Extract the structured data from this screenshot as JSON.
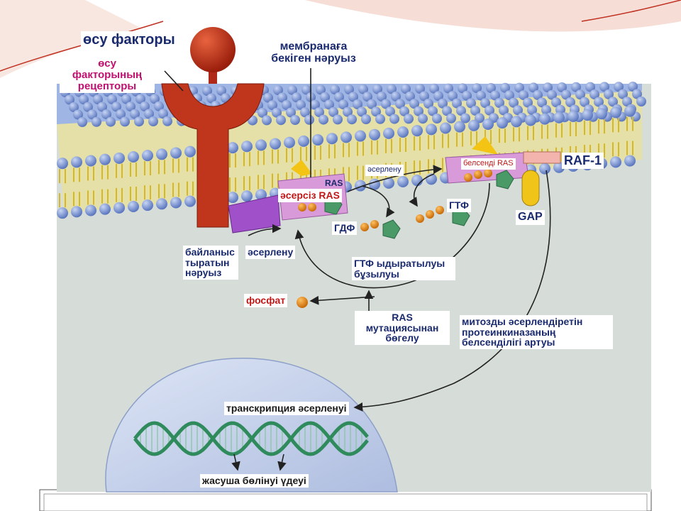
{
  "labels": {
    "growth_factor": "өсу факторы",
    "growth_factor_receptor": "өсу факторының рецепторы",
    "membrane_anchored_protein": "мембранаға бекіген нәруыз",
    "activation_top": "әсерлену",
    "active_ras": "белсенді RAS",
    "raf1": "RAF-1",
    "inactive_ras": "әсерсіз RAS",
    "ras_on_membrane": "RAS",
    "gtp": "ГТФ",
    "gdp": "ГДФ",
    "gap": "GAP",
    "binding_protein": "байланыс тыратын нәруыз",
    "activation_bottom": "әсерлену",
    "gtp_hydrolysis": "ГТФ ыдыратылуы бұзылуы",
    "phosphate": "фосфат",
    "ras_mutation_block": "RAS мутациясынан бөгелу",
    "mitogen_kinase": "митозды әсерлендіретін протеинкиназаның белсенділігі артуы",
    "transcription_activation": "транскрипция әсерленуі",
    "cell_division_acceleration": "жасуша бөлінуі үдеуі"
  },
  "colors": {
    "lipid_head": "#8fa8dd",
    "lipid_tail": "#e8c830",
    "receptor": "#c0361c",
    "growth_factor": "#c8301c",
    "ras_protein": "#d0a0d8",
    "gtp_ball": "#e08a18",
    "gdp_pentagon": "#4a9a68",
    "gap": "#e8c020",
    "raf1": "#f0b0a8",
    "nucleus": "#c8d4ec",
    "dna": "#3a9a6a",
    "cytoplasm": "#d6ddd8"
  }
}
